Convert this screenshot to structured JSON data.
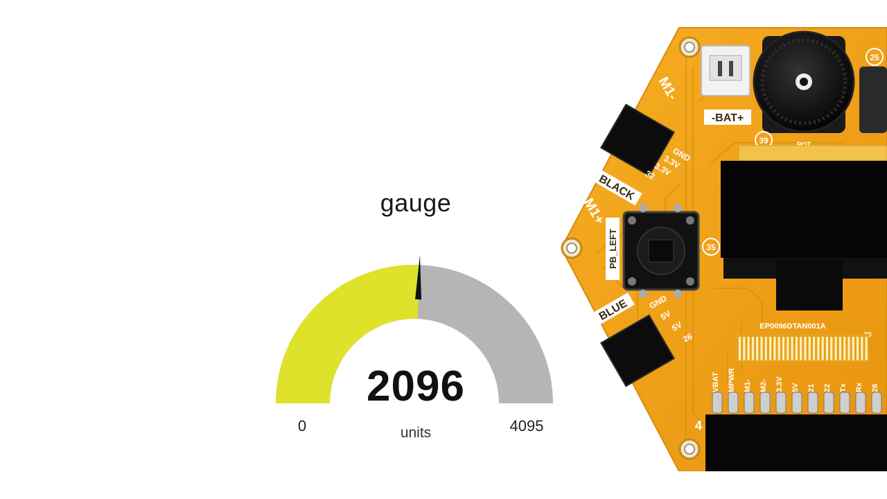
{
  "gauge": {
    "title": "gauge",
    "value": "2096",
    "numeric_value": 2096,
    "min": "0",
    "max": "4095",
    "min_value": 0,
    "max_value": 4095,
    "units": "units",
    "fill_color": "#dfe22a",
    "track_color": "#b5b5b5",
    "needle_color": "#111111"
  },
  "board": {
    "board_color": "#f6a81a",
    "labels": {
      "motor_minus": "M1-",
      "motor_plus": "M1+",
      "battery": "-BAT+",
      "pot": "POT",
      "pin_39": "39",
      "pin_25": "25",
      "pin_35": "35",
      "pin_30": "30",
      "pin_4": "4",
      "black_connector": "BLACK",
      "blue_connector": "BLUE",
      "pb_left": "PB_LEFT",
      "display_part": "EP0096DTAN001A",
      "black_pins": [
        "GND",
        "3.3V",
        "3.3V",
        "32"
      ],
      "blue_pins": [
        "GND",
        "5V",
        "5V",
        "26"
      ],
      "header_pins": [
        "VBAT",
        "MPWR",
        "M1-",
        "M2-",
        "3.3V",
        "5V",
        "21",
        "22",
        "Tx",
        "Rx",
        "26"
      ]
    }
  }
}
